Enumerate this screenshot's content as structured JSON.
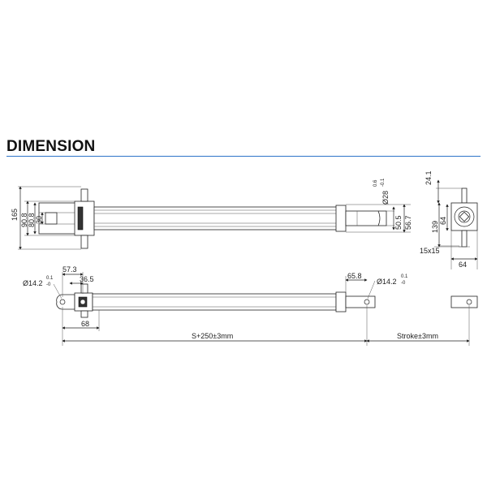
{
  "title": "DIMENSION",
  "colors": {
    "rule": "#2e74c9",
    "line": "#222222"
  },
  "top_view": {
    "dim_height": "165",
    "dim_908": "90.8",
    "dim_808": "80.8",
    "dim_30": "30",
    "tol_dia28_upper": "0.6",
    "tol_dia28_lower": "-0.1",
    "dia28": "Ø28",
    "dim_505": "50.5",
    "dim_567": "56.7"
  },
  "end_view": {
    "dim_241": "24.1",
    "dim_139": "139",
    "dim_64_v": "64",
    "dim_15x15": "15x15",
    "dim_64_h": "64"
  },
  "side_view": {
    "dia142_left": "Ø14.2",
    "tol_left_upper": "0.1",
    "tol_left_lower": "-0",
    "dim_573": "57.3",
    "dim_365": "36.5",
    "dim_68": "68",
    "dim_658": "65.8",
    "dia142_right": "Ø14.2",
    "tol_right_upper": "0.1",
    "tol_right_lower": "-0",
    "dim_stroke_total": "S+250±3mm",
    "dim_stroke": "Stroke±3mm"
  }
}
